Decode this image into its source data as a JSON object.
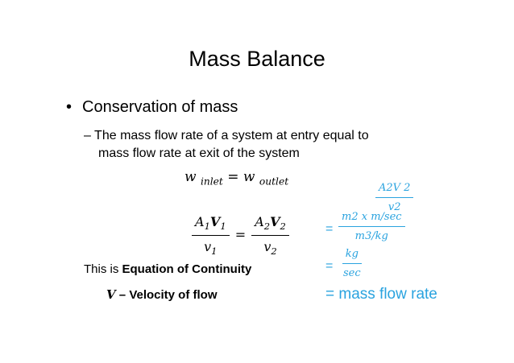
{
  "slide": {
    "title": "Mass Balance",
    "bullet": "Conservation of mass",
    "sub_line1": "– The mass flow rate of a system at entry equal to",
    "sub_line2": "mass flow rate at exit of the system",
    "eq1": {
      "lhs": "w",
      "lhs_sub": "inlet",
      "equals": "=",
      "rhs": "w",
      "rhs_sub": "outlet"
    },
    "continuity": {
      "a": "A",
      "one": "1",
      "v": "V",
      "small_v": "v",
      "two": "2",
      "equals": "="
    },
    "continuity_note_prefix": "This is ",
    "continuity_note_bold": "Equation of Continuity",
    "velocity_symbol": "V",
    "velocity_text": " – Velocity of flow"
  },
  "units": {
    "top_num": "A2V 2",
    "top_den": "v2",
    "eq": "=",
    "frac1_num": "m2 x m/sec",
    "frac1_den": "m3/kg",
    "frac2_num": "kg",
    "frac2_den": "sec",
    "result": "= mass flow rate"
  },
  "colors": {
    "accent": "#2aa3df",
    "text": "#000000"
  }
}
